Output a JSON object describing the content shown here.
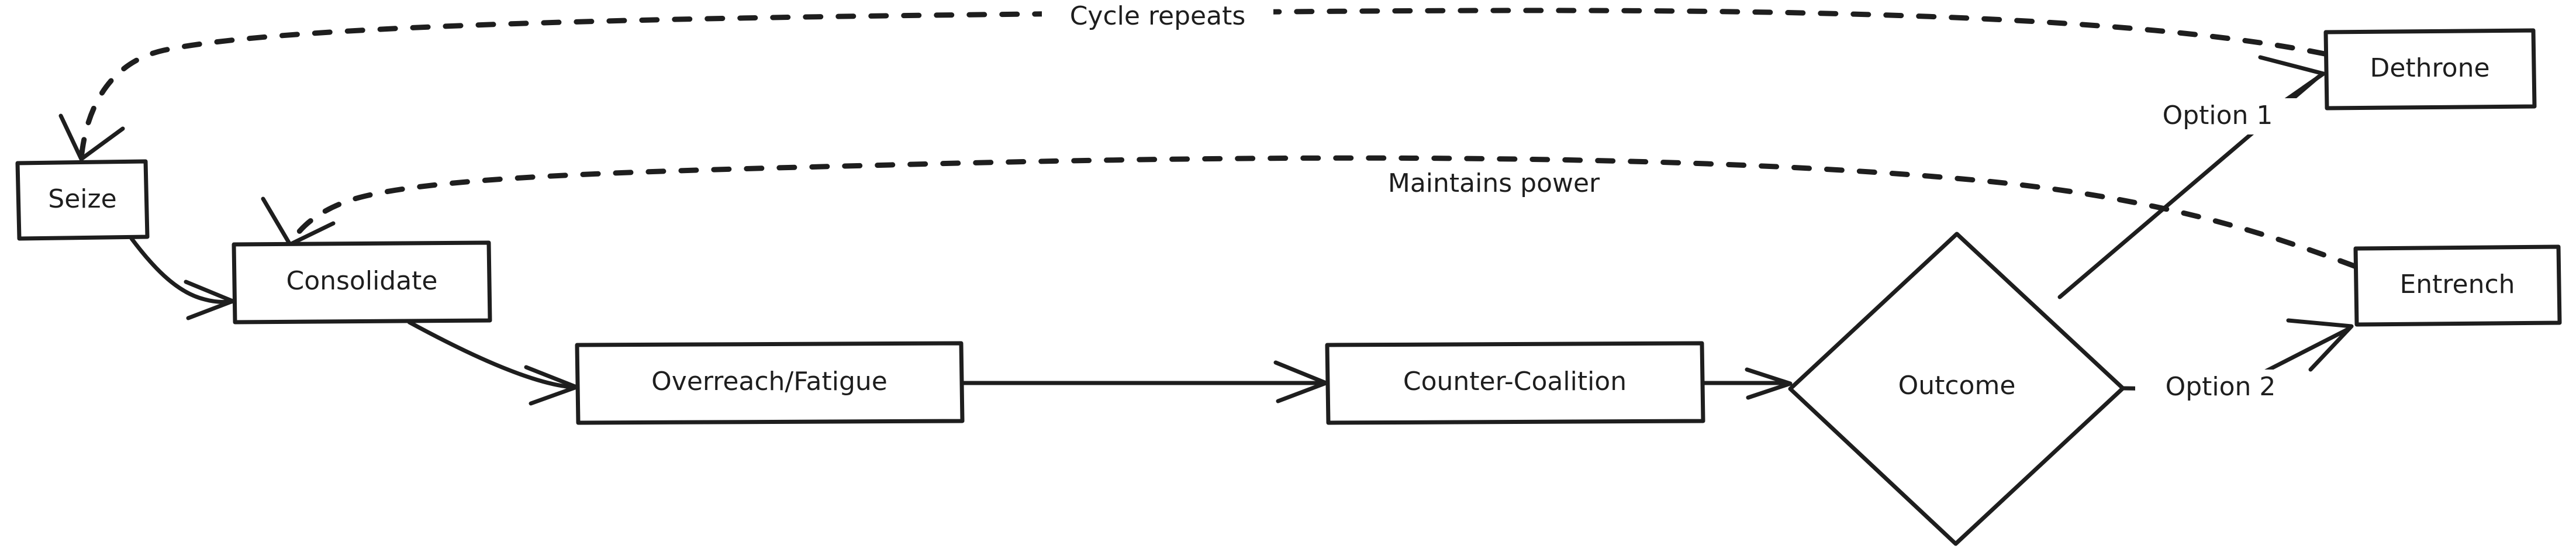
{
  "diagram": {
    "style": "hand-drawn",
    "background_color": "#ffffff",
    "stroke_color": "#1e1e1e",
    "nodes": [
      {
        "id": "seize",
        "label": "Seize",
        "shape": "rectangle"
      },
      {
        "id": "consolidate",
        "label": "Consolidate",
        "shape": "rectangle"
      },
      {
        "id": "overreach",
        "label": "Overreach/Fatigue",
        "shape": "rectangle"
      },
      {
        "id": "counter_coalition",
        "label": "Counter-Coalition",
        "shape": "rectangle"
      },
      {
        "id": "outcome",
        "label": "Outcome",
        "shape": "diamond"
      },
      {
        "id": "dethrone",
        "label": "Dethrone",
        "shape": "rectangle"
      },
      {
        "id": "entrench",
        "label": "Entrench",
        "shape": "rectangle"
      }
    ],
    "edges": [
      {
        "id": "e1",
        "from": "seize",
        "to": "consolidate",
        "label": "",
        "line": "solid"
      },
      {
        "id": "e2",
        "from": "consolidate",
        "to": "overreach",
        "label": "",
        "line": "solid"
      },
      {
        "id": "e3",
        "from": "overreach",
        "to": "counter_coalition",
        "label": "",
        "line": "solid"
      },
      {
        "id": "e4",
        "from": "counter_coalition",
        "to": "outcome",
        "label": "",
        "line": "solid"
      },
      {
        "id": "e5",
        "from": "outcome",
        "to": "dethrone",
        "label": "Option 1",
        "line": "solid"
      },
      {
        "id": "e6",
        "from": "outcome",
        "to": "entrench",
        "label": "Option 2",
        "line": "solid"
      },
      {
        "id": "e7",
        "from": "dethrone",
        "to": "seize",
        "label": "Cycle repeats",
        "line": "dashed"
      },
      {
        "id": "e8",
        "from": "entrench",
        "to": "consolidate",
        "label": "Maintains power",
        "line": "dashed"
      }
    ]
  }
}
